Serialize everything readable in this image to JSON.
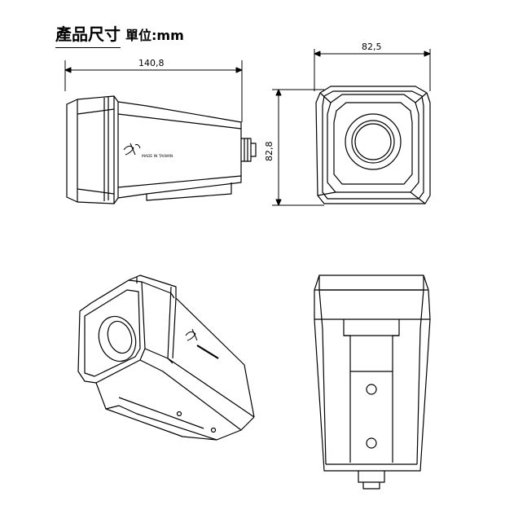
{
  "header": {
    "title": "產品尺寸",
    "unit_label": "單位:mm"
  },
  "dimensions": {
    "side_length": "140,8",
    "front_width": "82,5",
    "front_height": "82,8"
  },
  "product_marking": {
    "origin_text": "MADE IN TAIWAN"
  },
  "colors": {
    "line": "#000000",
    "background": "#ffffff"
  }
}
